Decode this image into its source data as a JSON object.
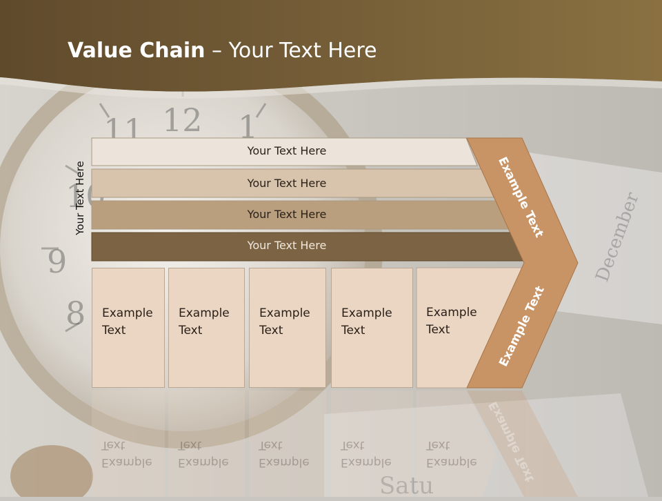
{
  "slide": {
    "title_bold": "Value Chain",
    "title_rest": " – Your Text Here",
    "side_label": "Your Text Here"
  },
  "bars": [
    {
      "label": "Your Text Here",
      "color": "#ece4da"
    },
    {
      "label": "Your Text Here",
      "color": "#d8c4ad"
    },
    {
      "label": "Your Text Here",
      "color": "#b99f7e"
    },
    {
      "label": "Your Text Here",
      "color": "#7b6344"
    }
  ],
  "boxes": [
    {
      "line1": "Example",
      "line2": "Text"
    },
    {
      "line1": "Example",
      "line2": "Text"
    },
    {
      "line1": "Example",
      "line2": "Text"
    },
    {
      "line1": "Example",
      "line2": "Text"
    },
    {
      "line1": "Example",
      "line2": "Text"
    }
  ],
  "chevron": {
    "upper_label": "Example Text",
    "lower_label": "Example Text",
    "color": "#c89465"
  },
  "colors": {
    "header": "#6b5636",
    "box_fill": "#ead6c3"
  }
}
